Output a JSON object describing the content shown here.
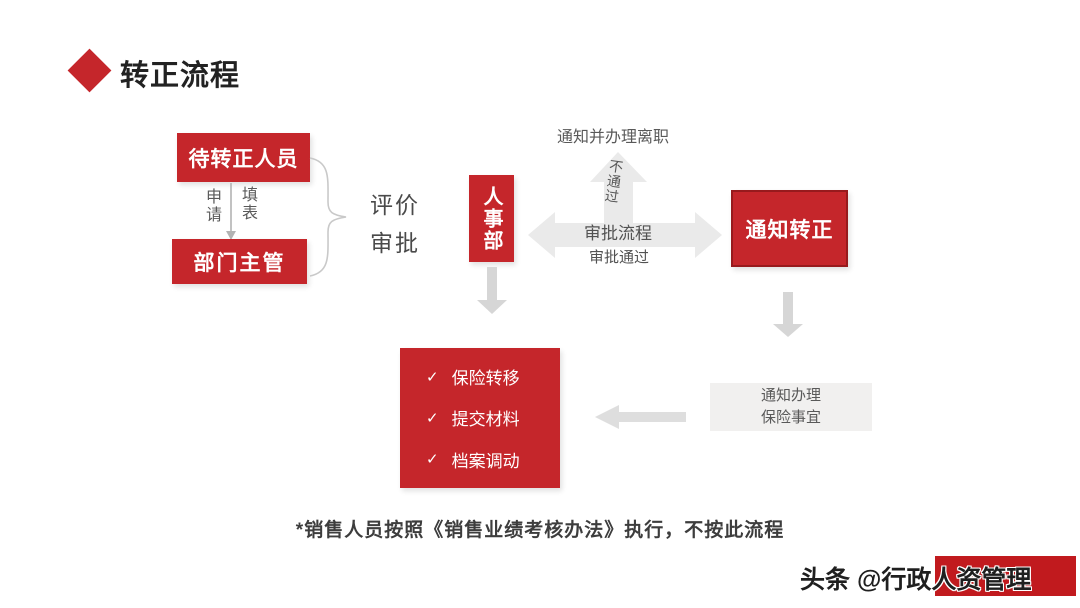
{
  "header": {
    "title": "转正流程"
  },
  "flow": {
    "pending_box": "待转正人员",
    "apply_label": "申请",
    "form_label": "填表",
    "supervisor_box": "部门主管",
    "evaluate_label": "评价",
    "approve_label": "审批",
    "hr_box": "人事部",
    "resign_label": "通知并办理离职",
    "fail_label": "不通过",
    "process_label": "审批流程",
    "pass_label": "审批通过",
    "notify_box": "通知转正",
    "insurance_line1": "通知办理",
    "insurance_line2": "保险事宜",
    "checklist": [
      {
        "check": "✓",
        "label": "保险转移"
      },
      {
        "check": "✓",
        "label": "提交材料"
      },
      {
        "check": "✓",
        "label": "档案调动"
      }
    ]
  },
  "footnote": "*销售人员按照《销售业绩考核办法》执行，不按此流程",
  "watermark": {
    "text": "头条 @行政人资管理"
  },
  "colors": {
    "brand_red": "#c5262b",
    "border_red": "#971a1d",
    "watermark_red": "#c11a1e",
    "arrow_gray": "#eaeaea",
    "light_gray_box": "#f1f0ef",
    "text_gray": "#595959"
  }
}
